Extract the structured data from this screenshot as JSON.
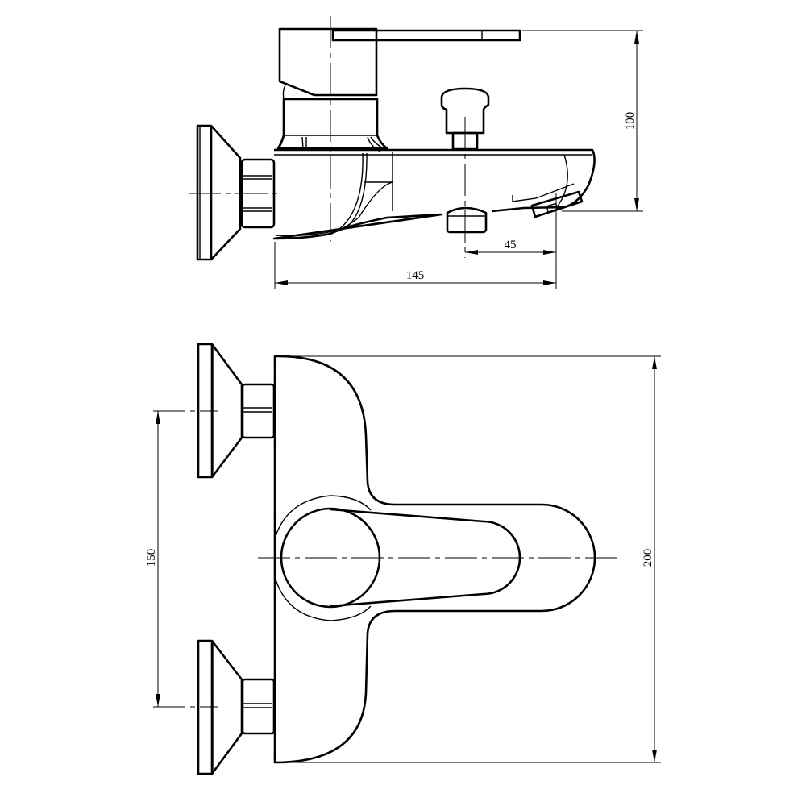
{
  "title": "Bath mixer technical drawing",
  "side_view": {
    "dim_height": "100",
    "dim_spout_offset": "45",
    "dim_projection": "145"
  },
  "top_view": {
    "dim_inlet_spacing": "150",
    "dim_width": "200"
  }
}
